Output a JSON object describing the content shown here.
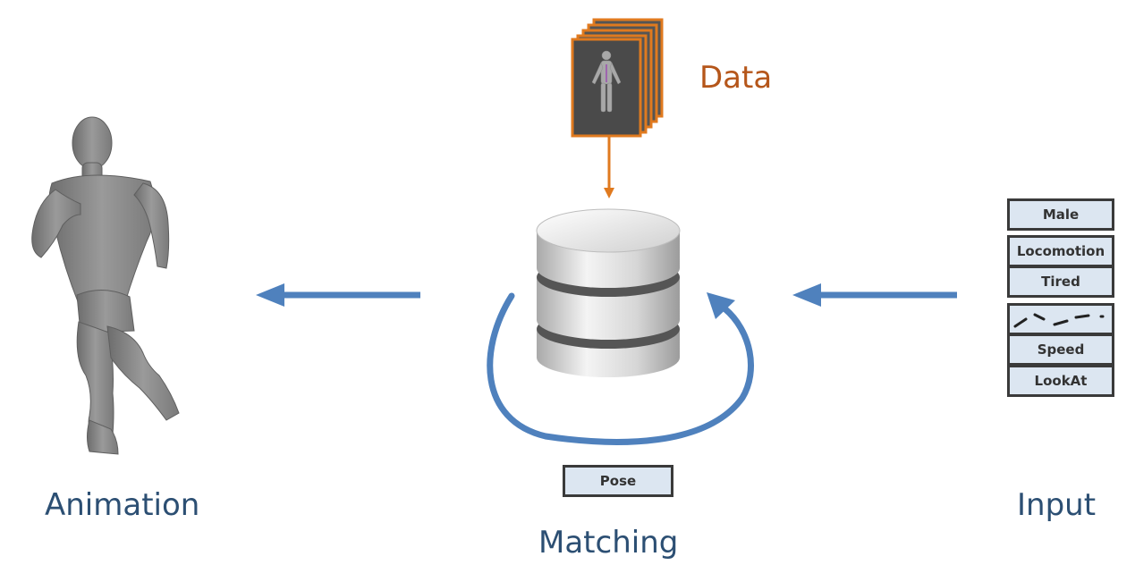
{
  "labels": {
    "data": "Data",
    "animation": "Animation",
    "matching": "Matching",
    "input": "Input"
  },
  "input_boxes": {
    "male": "Male",
    "locomotion": "Locomotion",
    "tired": "Tired",
    "speed": "Speed",
    "lookat": "LookAt"
  },
  "pose_box": "Pose",
  "colors": {
    "label_text": "#2c4f73",
    "data_label": "#b5561a",
    "orange": "#e07a1f",
    "blue_arrow": "#4f81bd",
    "box_fill": "#dce6f1",
    "box_border": "#3a3a3a"
  },
  "icons": {
    "character": "running-character-icon",
    "database": "database-icon",
    "data_frames": "data-frames-icon",
    "trajectory": "trajectory-icon"
  }
}
